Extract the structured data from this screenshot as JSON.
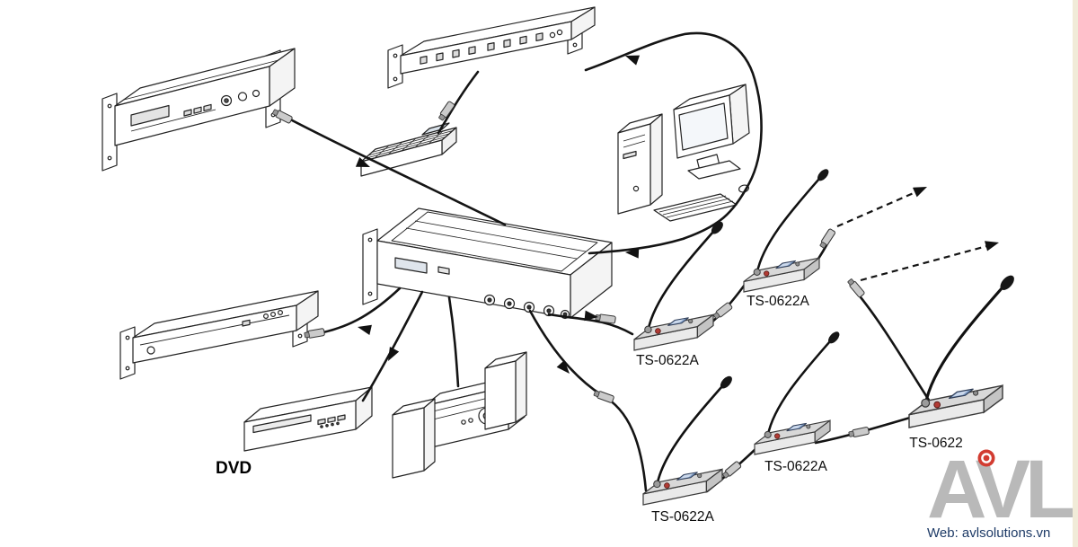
{
  "labels": {
    "dvd": "DVD"
  },
  "mic_labels": [
    "TS-0622A",
    "TS-0622A",
    "TS-0622",
    "TS-0622A",
    "TS-0622A"
  ],
  "branding": {
    "logo_text": "AVL",
    "website": "Web: avlsolutions.vn"
  },
  "colors": {
    "line": "#1c1c1c",
    "device_fill": "#ffffff",
    "mic_base": "#d8d8d8",
    "mic_screen": "#7d9bc4",
    "plug_fill": "#cbcbcb",
    "logo_gray": "#b9b9b9",
    "logo_red": "#d23c31",
    "website_text": "#1d3a66",
    "page_margin": "#f1ebd8"
  },
  "devices": [
    {
      "name": "audio-player-rack"
    },
    {
      "name": "system-controller-rack"
    },
    {
      "name": "wired-remote-keypad"
    },
    {
      "name": "desktop-computer"
    },
    {
      "name": "central-conference-controller"
    },
    {
      "name": "equalizer-rack"
    },
    {
      "name": "dvd-player"
    },
    {
      "name": "amplifier-and-speakers"
    },
    {
      "name": "delegate-microphone-unit"
    },
    {
      "name": "delegate-microphone-unit"
    },
    {
      "name": "chairman-microphone-unit"
    },
    {
      "name": "delegate-microphone-unit"
    },
    {
      "name": "delegate-microphone-unit"
    }
  ]
}
